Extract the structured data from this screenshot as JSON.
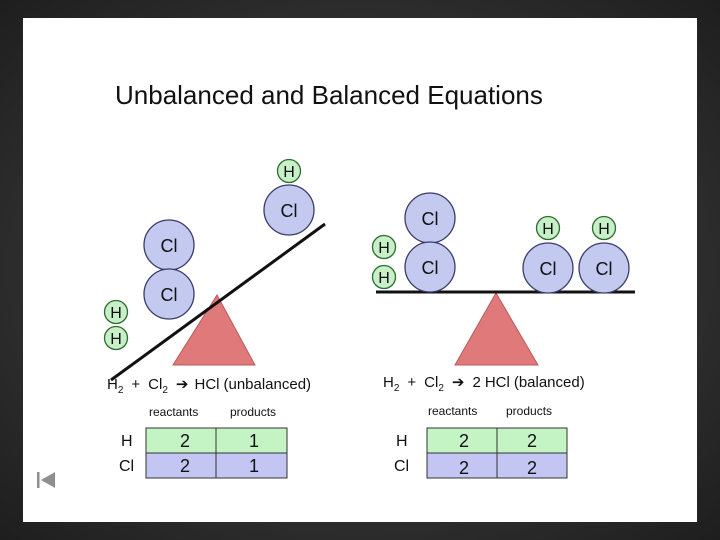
{
  "slide": {
    "title": "Unbalanced and Balanced Equations"
  },
  "colors": {
    "atom_fill": "#c3c9ef",
    "atom_stroke": "#3b3b6b",
    "h_atom_fill": "#c8f0c8",
    "h_atom_stroke": "#2f6b2f",
    "fulcrum": "#e07a7a",
    "table_h_row": "#c4f4c4",
    "table_cl_row": "#c3c6f2",
    "beam": "#111111"
  },
  "left_panel": {
    "equation": {
      "h": "H",
      "h_sub": "2",
      "plus": "+",
      "cl": "Cl",
      "cl_sub": "2",
      "arrow": "➔",
      "product": "HCl",
      "note": "(unbalanced)"
    },
    "atoms": {
      "h_top": "H",
      "cl_right": "Cl",
      "cl_left_top": "Cl",
      "cl_left_bottom": "Cl",
      "h_left_top": "H",
      "h_left_bottom": "H"
    },
    "table": {
      "col_reactants": "reactants",
      "col_products": "products",
      "rows": [
        {
          "label": "H",
          "reactants": "2",
          "products": "1"
        },
        {
          "label": "Cl",
          "reactants": "2",
          "products": "1"
        }
      ]
    }
  },
  "right_panel": {
    "equation": {
      "h": "H",
      "h_sub": "2",
      "plus": "+",
      "cl": "Cl",
      "cl_sub": "2",
      "arrow": "➔",
      "coef": "2",
      "product": "HCl",
      "note": "(balanced)"
    },
    "atoms": {
      "cl_stack_top": "Cl",
      "cl_stack_bottom": "Cl",
      "h_stack_top": "H",
      "h_stack_bottom": "H",
      "h_product_1": "H",
      "cl_product_1": "Cl",
      "h_product_2": "H",
      "cl_product_2": "Cl"
    },
    "table": {
      "col_reactants": "reactants",
      "col_products": "products",
      "rows": [
        {
          "label": "H",
          "reactants": "2",
          "products": "2"
        },
        {
          "label": "Cl",
          "reactants": "2",
          "products": "2"
        }
      ]
    }
  },
  "nav": {
    "icon": "first-slide-icon"
  }
}
